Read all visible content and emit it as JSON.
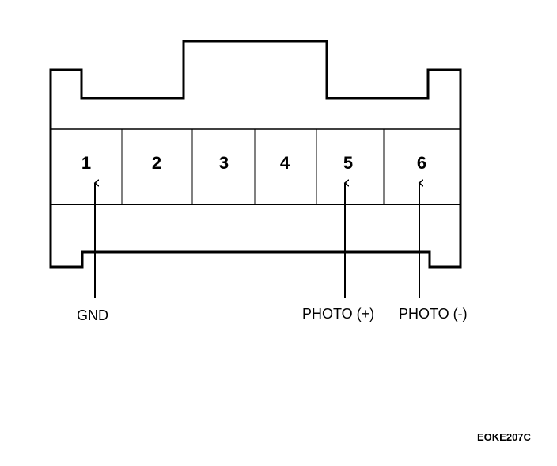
{
  "connector": {
    "pins": [
      "1",
      "2",
      "3",
      "4",
      "5",
      "6"
    ]
  },
  "labels": {
    "gnd": "GND",
    "photo_plus": "PHOTO (+)",
    "photo_minus": "PHOTO (-)"
  },
  "figure_code": "EOKE207C",
  "colors": {
    "line": "#000000",
    "background": "#ffffff"
  }
}
